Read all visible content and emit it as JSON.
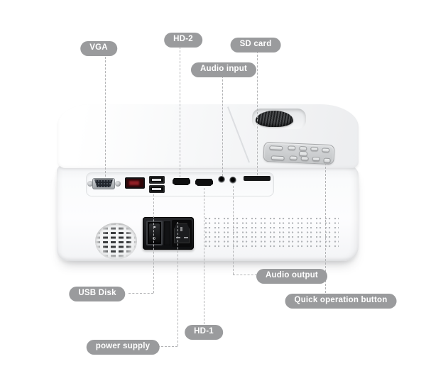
{
  "callouts": {
    "vga": "VGA",
    "hd_2": "HD-2",
    "sd_card": "SD card",
    "audio_input": "Audio input",
    "usb_disk": "USB Disk",
    "power_supply": "power supply",
    "hd_1": "HD-1",
    "audio_output": "Audio output",
    "quick_operation_button": "Quick operation button"
  },
  "colors": {
    "callout_pill_bg": "#9a9b9d",
    "callout_text": "#ffffff",
    "leader_line": "#b2b3b5",
    "projector_body": "#f7f8fa",
    "keypad_gray": "#c9cbcd",
    "port_black": "#0e0f10",
    "led_display_red": "#a1242b"
  }
}
